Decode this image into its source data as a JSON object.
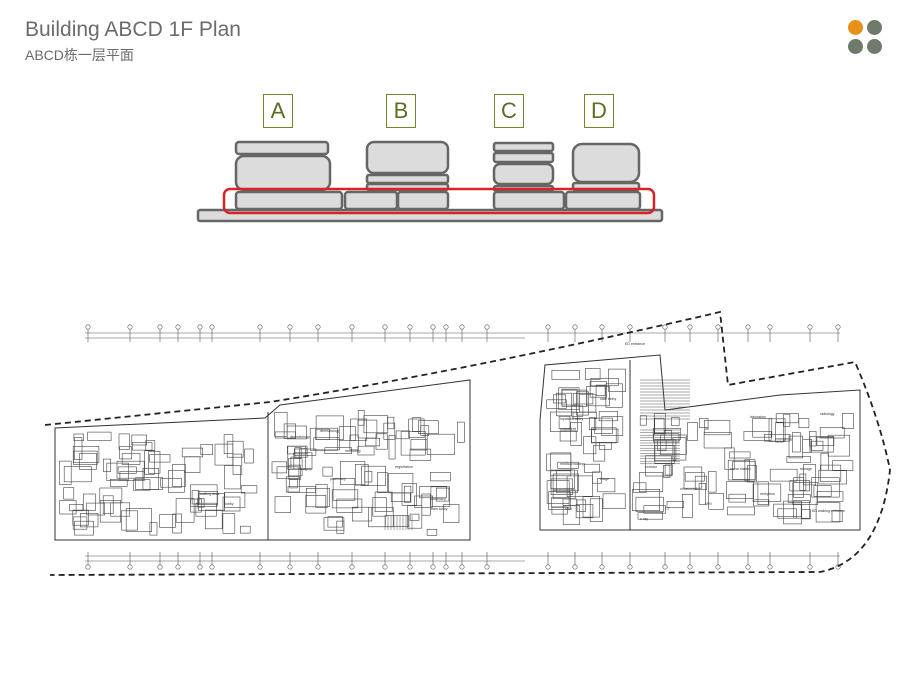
{
  "header": {
    "title": "Building ABCD 1F Plan",
    "subtitle": "ABCD栋一层平面"
  },
  "logo_dots": {
    "colors": [
      "#e8901a",
      "#6f7a6a",
      "#6f7a6a",
      "#6f7a6a"
    ]
  },
  "key_plan": {
    "buildings": [
      {
        "id": "A",
        "label": "A"
      },
      {
        "id": "B",
        "label": "B"
      },
      {
        "id": "C",
        "label": "C"
      },
      {
        "id": "D",
        "label": "D"
      }
    ],
    "label_color": "#6d8a2a",
    "highlight_color": "#d9232a",
    "block_fill": "#dcdcdc"
  },
  "floor_plan": {
    "room_labels": [
      "dermatology",
      "dermatology",
      "neurology",
      "surgery",
      "pharmacy",
      "registration",
      "pharmacy",
      "waiting area",
      "lobby",
      "main lobby",
      "reception",
      "lift",
      "corridor",
      "outpatient",
      "medical waiting",
      "inpatient lobby",
      "staff lobby",
      "ED entrance",
      "ED walking entrance",
      "laboratory",
      "radiology",
      "x-ray",
      "CT",
      "MRI",
      "ultrasound",
      "triage",
      "emergency",
      "nurse station",
      "staff",
      "storage"
    ]
  }
}
